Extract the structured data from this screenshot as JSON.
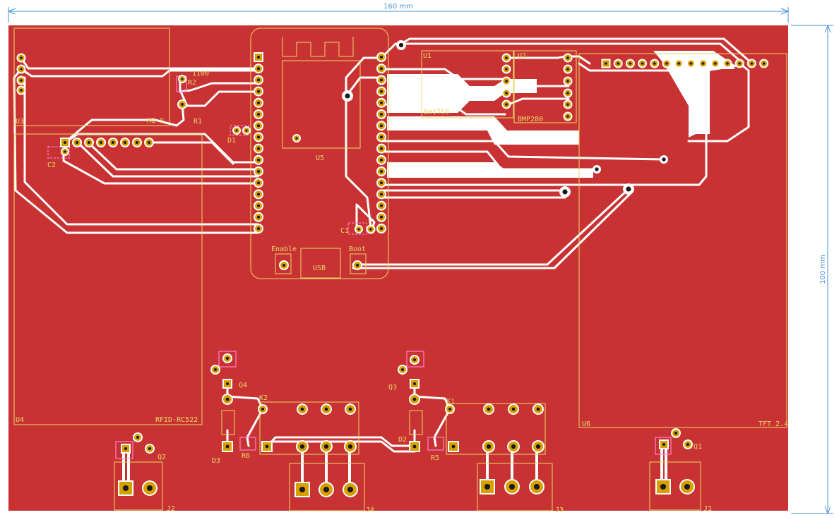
{
  "dimensions": {
    "width_label": "160 mm",
    "height_label": "100 mm"
  },
  "colors": {
    "board": "#c83232",
    "silkscreen": "#e8d86a",
    "dimension": "#4a90d9",
    "trace": "#ffffff",
    "courtyard": "#ff7fd0"
  },
  "modules": {
    "u3": "U3",
    "u4_ref": "U4",
    "u4_name": "RFID-RC522",
    "u5_ref": "U5",
    "u5_enable": "Enable",
    "u5_usb": "USB",
    "u5_boot": "Boot",
    "u1_ref": "U1",
    "u1_name": "BH1750",
    "u2_ref": "U2",
    "u2_name": "BMP280",
    "u6_ref": "U6",
    "u6_name": "TFT_2.4",
    "mq9": "MQ-9",
    "r_value": "1100"
  },
  "components": {
    "r1": "R1",
    "r2": "R2",
    "r5": "R5",
    "r6": "R6",
    "c1": "C1",
    "c2": "C2",
    "d1": "D1",
    "d2": "D2",
    "d3": "D3",
    "q1": "Q1",
    "q2": "Q2",
    "q3": "Q3",
    "q4": "Q4",
    "k1": "K1",
    "k2": "K2",
    "j1": "J1",
    "j2": "J2",
    "j3": "J3",
    "j4": "J4"
  }
}
